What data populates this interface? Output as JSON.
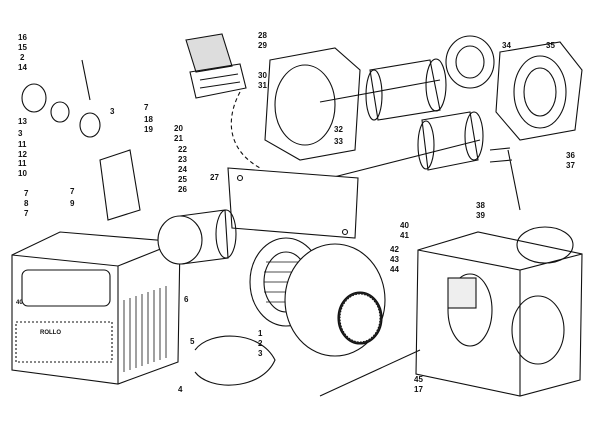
{
  "figure": {
    "title": "Burner exploded parts diagram",
    "case_badge": "40",
    "case_logo": "ROLLO"
  },
  "callouts": [
    "16",
    "15",
    "2",
    "14",
    "13",
    "3",
    "11",
    "12",
    "11",
    "10",
    "7",
    "8",
    "7",
    "3",
    "7",
    "18",
    "19",
    "20",
    "21",
    "22",
    "23",
    "24",
    "25",
    "26",
    "27",
    "28",
    "29",
    "30",
    "31",
    "32",
    "33",
    "34",
    "35",
    "36",
    "37",
    "38",
    "39",
    "40",
    "41",
    "42",
    "43",
    "44",
    "45",
    "17",
    "6",
    "5",
    "1",
    "2",
    "3",
    "4",
    "7",
    "9"
  ],
  "colors": {
    "ink": "#111111",
    "paper": "#ffffff"
  }
}
